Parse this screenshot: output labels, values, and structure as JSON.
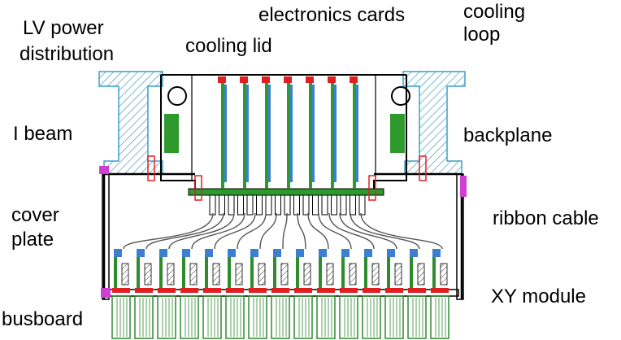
{
  "labels": {
    "lv_power_1": "LV power",
    "lv_power_2": "distribution",
    "cooling_lid": "cooling lid",
    "electronics_cards": "electronics cards",
    "cooling_loop_1": "cooling",
    "cooling_loop_2": "loop",
    "i_beam": "I beam",
    "backplane": "backplane",
    "cover_plate_1": "cover",
    "cover_plate_2": "plate",
    "ribbon_cable": "ribbon cable",
    "busboard": "busboard",
    "xy_module": "XY module"
  },
  "counts": {
    "electronics_cards": 7,
    "xy_modules": 15,
    "ribbon_cables": 15
  },
  "colors": {
    "line": "#000000",
    "hatch": "#3aa0c8",
    "card_green": "#2e9a2e",
    "card_blue": "#3a7fd0",
    "red": "#e02020",
    "magenta": "#d040d0",
    "module_green": "#2e8b2e"
  }
}
